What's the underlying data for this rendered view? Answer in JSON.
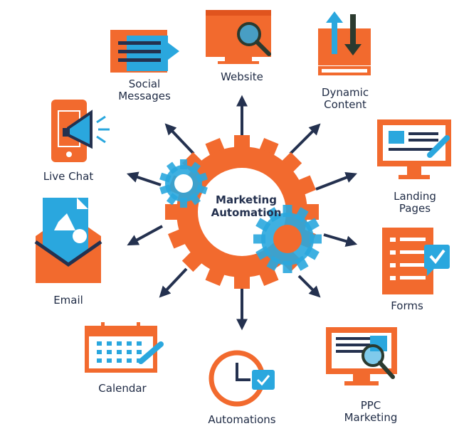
{
  "center": {
    "title": "Marketing",
    "subtitle": "Automation"
  },
  "colors": {
    "orange": "#f26a2e",
    "blue": "#2aa7de",
    "navy": "#24314f",
    "dark": "#2b3a2f"
  },
  "nodes": [
    {
      "id": "website",
      "label": "Website",
      "icon": "monitor-search-icon"
    },
    {
      "id": "dynamic-content",
      "label": "Dynamic\nContent",
      "icon": "up-down-arrows-icon"
    },
    {
      "id": "landing-pages",
      "label": "Landing\nPages",
      "icon": "monitor-page-icon"
    },
    {
      "id": "forms",
      "label": "Forms",
      "icon": "form-check-icon"
    },
    {
      "id": "ppc-marketing",
      "label": "PPC\nMarketing",
      "icon": "monitor-magnifier-icon"
    },
    {
      "id": "automations",
      "label": "Automations",
      "icon": "clock-check-icon"
    },
    {
      "id": "calendar",
      "label": "Calendar",
      "icon": "calendar-icon"
    },
    {
      "id": "email",
      "label": "Email",
      "icon": "envelope-icon"
    },
    {
      "id": "live-chat",
      "label": "Live Chat",
      "icon": "phone-megaphone-icon"
    },
    {
      "id": "social-messages",
      "label": "Social\nMessages",
      "icon": "chat-bubble-icon"
    }
  ]
}
